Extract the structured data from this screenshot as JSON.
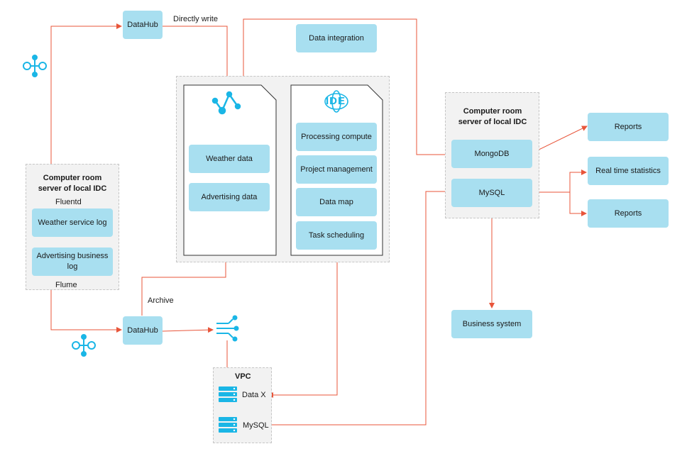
{
  "local_idc_left": {
    "title": "Computer room server of local IDC",
    "fluentd_label": "Fluentd",
    "weather_log": "Weather service log",
    "ad_log": "Advertising business log",
    "flume_label": "Flume"
  },
  "datahub_top": {
    "label": "DataHub",
    "edge_label": "Directly write"
  },
  "datahub_bottom": {
    "label": "DataHub",
    "edge_label": "Archive"
  },
  "data_integration": "Data integration",
  "maxcompute_card": {
    "items": [
      "Weather data",
      "Advertising data"
    ]
  },
  "ide_card": {
    "logo_text": "IDE",
    "items": [
      "Processing compute",
      "Project management",
      "Data map",
      "Task scheduling"
    ]
  },
  "local_idc_right": {
    "title": "Computer room server of local IDC",
    "mongodb": "MongoDB",
    "mysql": "MySQL"
  },
  "outputs": [
    "Reports",
    "Real time statistics",
    "Reports"
  ],
  "business_system": "Business system",
  "vpc": {
    "title": "VPC",
    "datax": "Data X",
    "mysql": "MySQL"
  },
  "colors": {
    "box": "#a8dff0",
    "arrow": "#e8553a",
    "icon": "#1ab6e6"
  }
}
